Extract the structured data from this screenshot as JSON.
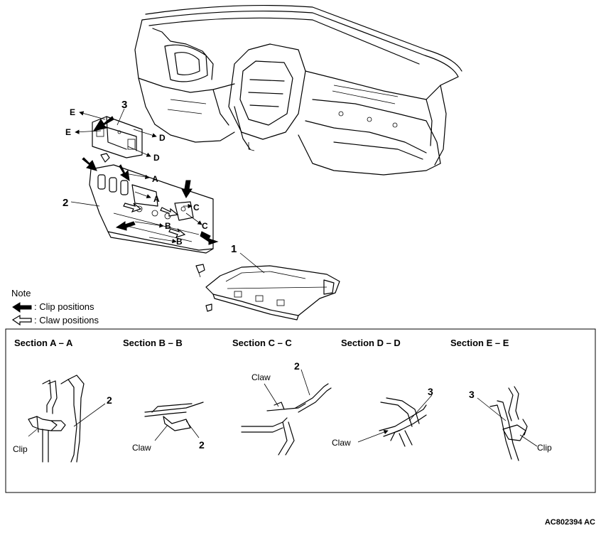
{
  "labels": {
    "part1": "1",
    "part2": "2",
    "part3": "3",
    "sec_a1": "A",
    "sec_a2": "A",
    "sec_b1": "B",
    "sec_b2": "B",
    "sec_c1": "C",
    "sec_c2": "C",
    "sec_d1": "D",
    "sec_d2": "D",
    "sec_e1": "E",
    "sec_e2": "E"
  },
  "note": {
    "title": "Note",
    "clip": ": Clip positions",
    "claw": ": Claw positions"
  },
  "sections": [
    {
      "title": "Section A – A",
      "part": "2",
      "callout": "Clip"
    },
    {
      "title": "Section B – B",
      "part": "2",
      "callout": "Claw"
    },
    {
      "title": "Section C – C",
      "part": "2",
      "callout": "Claw"
    },
    {
      "title": "Section D – D",
      "part": "3",
      "callout": "Claw"
    },
    {
      "title": "Section E – E",
      "part": "3",
      "callout": "Clip"
    }
  ],
  "code": "AC802394 AC",
  "icons": {
    "clip_arrow": "filled-arrow-icon",
    "claw_arrow": "hollow-arrow-icon"
  }
}
